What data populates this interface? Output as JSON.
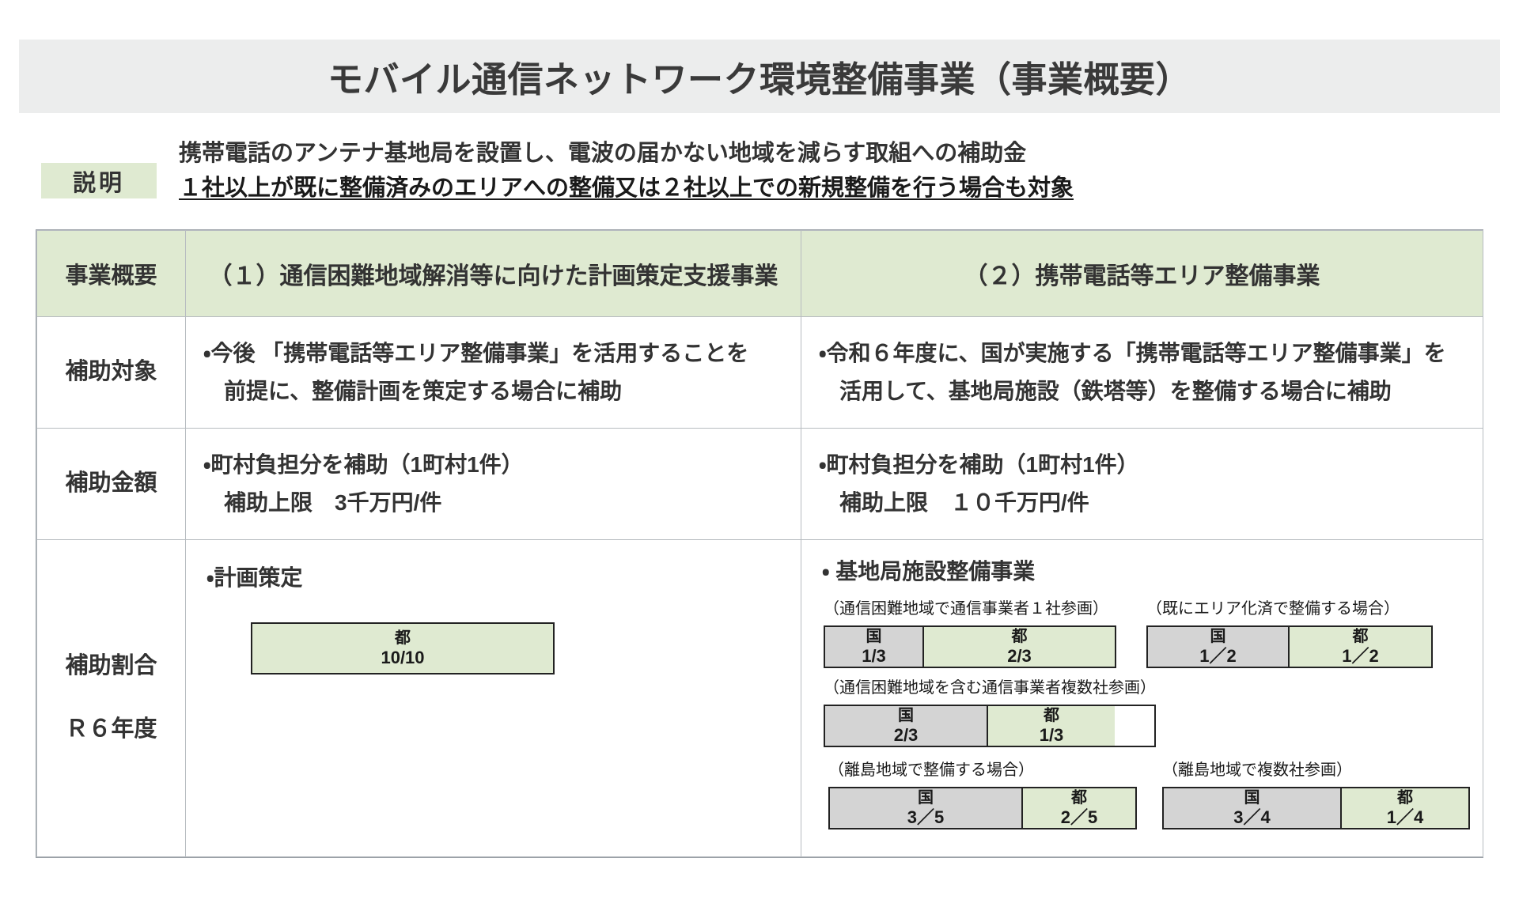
{
  "title": "モバイル通信ネットワーク環境整備事業（事業概要）",
  "description": {
    "badge": "説明",
    "line1": "携帯電話のアンテナ基地局を設置し、電波の届かない地域を減らす取組への補助金",
    "line2": "１社以上が既に整備済みのエリアへの整備又は２社以上での新規整備を行う場合も対象"
  },
  "table": {
    "header": {
      "label": "事業概要",
      "col1": "（１）通信困難地域解消等に向けた計画策定支援事業",
      "col2": "（２）携帯電話等エリア整備事業"
    },
    "rows": [
      {
        "label": "補助対象",
        "col1": [
          "・今後 「携帯電話等エリア整備事業」を活用することを",
          "前提に、整備計画を策定する場合に補助"
        ],
        "col2": [
          "・令和６年度に、国が実施する「携帯電話等エリア整備事業」を",
          "活用して、基地局施設（鉄塔等）を整備する場合に補助"
        ]
      },
      {
        "label": "補助金額",
        "col1": [
          "・町村負担分を補助（1町村1件）",
          "補助上限　3千万円/件"
        ],
        "col2": [
          "・町村負担分を補助（1町村1件）",
          "補助上限　１０千万円/件"
        ]
      }
    ],
    "ratio_row": {
      "label_main": "補助割合",
      "label_sub": "Ｒ６年度",
      "col1": {
        "bullet": "・計画策定",
        "box": {
          "top": "都",
          "bottom": "10/10"
        }
      },
      "col2": {
        "section_head": "・ 基地局施設整備事業",
        "cases": [
          {
            "caption": "（通信困難地域で通信事業者１社参画）",
            "kuni_label": "国",
            "kuni_value": "1/3",
            "to_label": "都",
            "to_value": "2/3"
          },
          {
            "caption": "（既にエリア化済で整備する場合）",
            "kuni_label": "国",
            "kuni_value": "1／2",
            "to_label": "都",
            "to_value": "1／2"
          },
          {
            "caption": "（通信困難地域を含む通信事業者複数社参画）",
            "kuni_label": "国",
            "kuni_value": "2/3",
            "to_label": "都",
            "to_value": "1/3"
          },
          {
            "caption": "（離島地域で整備する場合）",
            "kuni_label": "国",
            "kuni_value": "3／5",
            "to_label": "都",
            "to_value": "2／5"
          },
          {
            "caption": "（離島地域で複数社参画）",
            "kuni_label": "国",
            "kuni_value": "3／4",
            "to_label": "都",
            "to_value": "1／4"
          }
        ]
      }
    }
  },
  "colors": {
    "title_band": "#eceded",
    "accent_green": "#dfead1",
    "gray_box": "#d4d4d4",
    "border_dark": "#222222",
    "text": "#333333"
  }
}
